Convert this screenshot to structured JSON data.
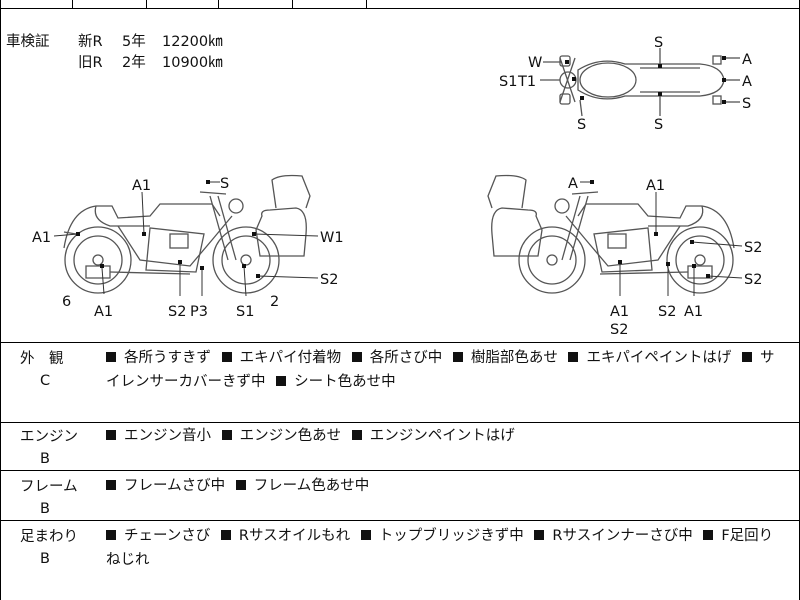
{
  "inspection": {
    "label": "車検証",
    "rows": [
      {
        "type": "新R",
        "years": "5年",
        "km": "12200㎞"
      },
      {
        "type": "旧R",
        "years": "2年",
        "km": "10900㎞"
      }
    ]
  },
  "diagram": {
    "top_view": {
      "labels": [
        "W",
        "S1",
        "T1",
        "S",
        "S",
        "S",
        "A",
        "A",
        "S"
      ]
    },
    "left_side": {
      "labels": [
        "A1",
        "S",
        "A1",
        "W1",
        "S2",
        "6",
        "A1",
        "S2",
        "P3",
        "S1",
        "2"
      ]
    },
    "right_side": {
      "labels": [
        "A",
        "A1",
        "S2",
        "S2",
        "A1",
        "S2",
        "S2",
        "A1"
      ]
    }
  },
  "conditions": [
    {
      "name": "外　観",
      "grade": "C",
      "items": [
        "各所うすきず",
        "エキパイ付着物",
        "各所さび中",
        "樹脂部色あせ",
        "エキパイペイントはげ",
        "サイレンサーカバーきず中",
        "シート色あせ中"
      ]
    },
    {
      "name": "エンジン",
      "grade": "B",
      "items": [
        "エンジン音小",
        "エンジン色あせ",
        "エンジンペイントはげ"
      ]
    },
    {
      "name": "フレーム",
      "grade": "B",
      "items": [
        "フレームさび中",
        "フレーム色あせ中"
      ]
    },
    {
      "name": "足まわり",
      "grade": "B",
      "items": [
        "チェーンさび",
        "Rサスオイルもれ",
        "トップブリッジきず中",
        "Rサスインナーさび中",
        "F足回りねじれ"
      ]
    }
  ],
  "colors": {
    "line": "#000000",
    "drawing": "#555555",
    "text": "#111111"
  }
}
